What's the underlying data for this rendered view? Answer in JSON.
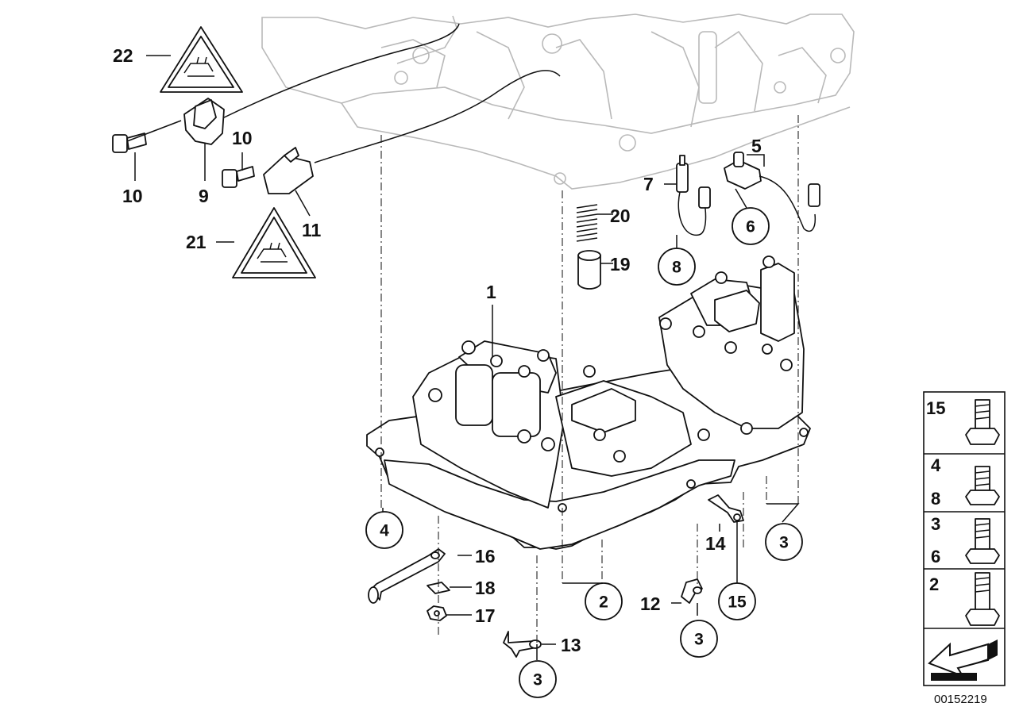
{
  "callouts": [
    {
      "id": "c1",
      "text": "1"
    },
    {
      "id": "c5",
      "text": "5"
    },
    {
      "id": "c7",
      "text": "7"
    },
    {
      "id": "c9",
      "text": "9"
    },
    {
      "id": "c10a",
      "text": "10"
    },
    {
      "id": "c10b",
      "text": "10"
    },
    {
      "id": "c11",
      "text": "11"
    },
    {
      "id": "c12",
      "text": "12"
    },
    {
      "id": "c13",
      "text": "13"
    },
    {
      "id": "c14",
      "text": "14"
    },
    {
      "id": "c16",
      "text": "16"
    },
    {
      "id": "c17",
      "text": "17"
    },
    {
      "id": "c18",
      "text": "18"
    },
    {
      "id": "c19",
      "text": "19"
    },
    {
      "id": "c20",
      "text": "20"
    },
    {
      "id": "c21",
      "text": "21"
    },
    {
      "id": "c22",
      "text": "22"
    }
  ],
  "circled_callouts": [
    {
      "id": "cc4",
      "text": "4"
    },
    {
      "id": "cc3a",
      "text": "3"
    },
    {
      "id": "cc2",
      "text": "2"
    },
    {
      "id": "cc15",
      "text": "15"
    },
    {
      "id": "cc3b",
      "text": "3"
    },
    {
      "id": "cc3c",
      "text": "3"
    },
    {
      "id": "cc6",
      "text": "6"
    },
    {
      "id": "cc8",
      "text": "8"
    }
  ],
  "legend": [
    {
      "top": "15",
      "bottom": ""
    },
    {
      "top": "4",
      "bottom": "8"
    },
    {
      "top": "3",
      "bottom": "6"
    },
    {
      "top": "2",
      "bottom": ""
    }
  ],
  "catalog_number": "00152219"
}
